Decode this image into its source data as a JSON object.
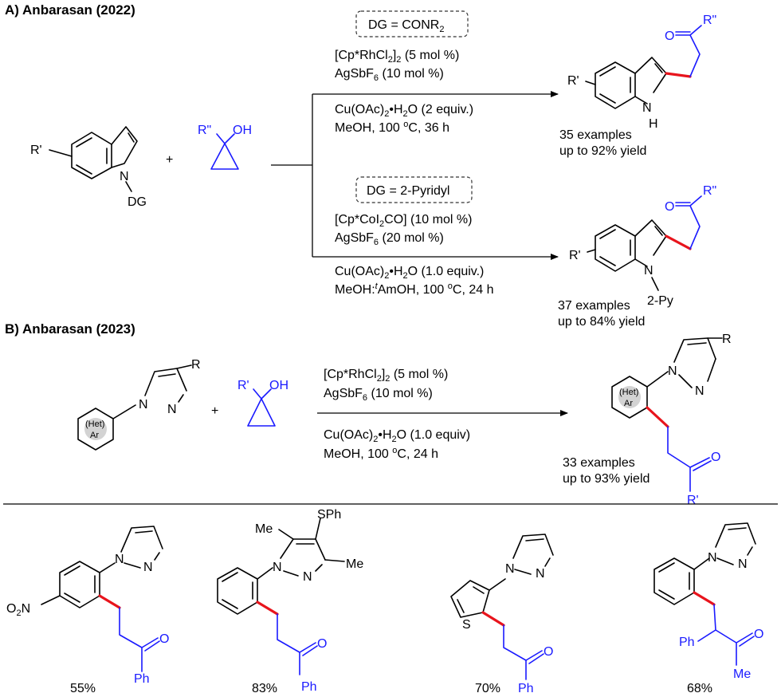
{
  "section_a": {
    "title": "A) Anbarasan (2022)",
    "upper": {
      "dg_label": "DG = CONR2",
      "cat1": "[Cp*RhCl2]2 (5 mol %)",
      "cat2": "AgSbF6 (10 mol %)",
      "cond1": "Cu(OAc)2•H2O (2 equiv.)",
      "cond2": "MeOH, 100 oC, 36 h",
      "examples": "35 examples",
      "yield": "up to 92% yield"
    },
    "lower": {
      "dg_label": "DG = 2-Pyridyl",
      "cat1": "[Cp*CoI2CO] (10 mol %)",
      "cat2": "AgSbF6 (20 mol %)",
      "cond1": "Cu(OAc)2•H2O (1.0 equiv.)",
      "cond2": "MeOH:tAmOH, 100 oC, 24 h",
      "examples": "37 examples",
      "yield": "up to 84% yield"
    },
    "labels": {
      "r_prime": "R'",
      "dg": "DG",
      "n": "N",
      "h": "H",
      "r_double": "R\"",
      "oh": "OH",
      "o": "O",
      "two_py": "2-Py",
      "plus": "+"
    }
  },
  "section_b": {
    "title": "B) Anbarasan (2023)",
    "cat1": "[Cp*RhCl2]2 (5 mol %)",
    "cat2": "AgSbF6 (10 mol %)",
    "cond1": "Cu(OAc)2•H2O (1.0 equiv)",
    "cond2": "MeOH, 100 oC, 24 h",
    "examples": "33 examples",
    "yield": "up to 93% yield",
    "labels": {
      "r": "R",
      "het": "(Het)",
      "ar": "Ar",
      "r_prime": "R'",
      "oh": "OH",
      "o": "O",
      "n": "N",
      "plus": "+"
    }
  },
  "examples": [
    {
      "yield": "55%",
      "labels": [
        "O2N",
        "N",
        "N",
        "O",
        "Ph"
      ]
    },
    {
      "yield": "83%",
      "labels": [
        "SPh",
        "Me",
        "Me",
        "N",
        "N",
        "O",
        "Ph"
      ]
    },
    {
      "yield": "70%",
      "labels": [
        "S",
        "N",
        "N",
        "O",
        "Ph"
      ]
    },
    {
      "yield": "68%",
      "labels": [
        "N",
        "N",
        "Ph",
        "O",
        "Me"
      ]
    }
  ],
  "colors": {
    "reagent_blue": "#1a1aff",
    "new_bond_red": "#e8141c",
    "text": "#000000"
  }
}
